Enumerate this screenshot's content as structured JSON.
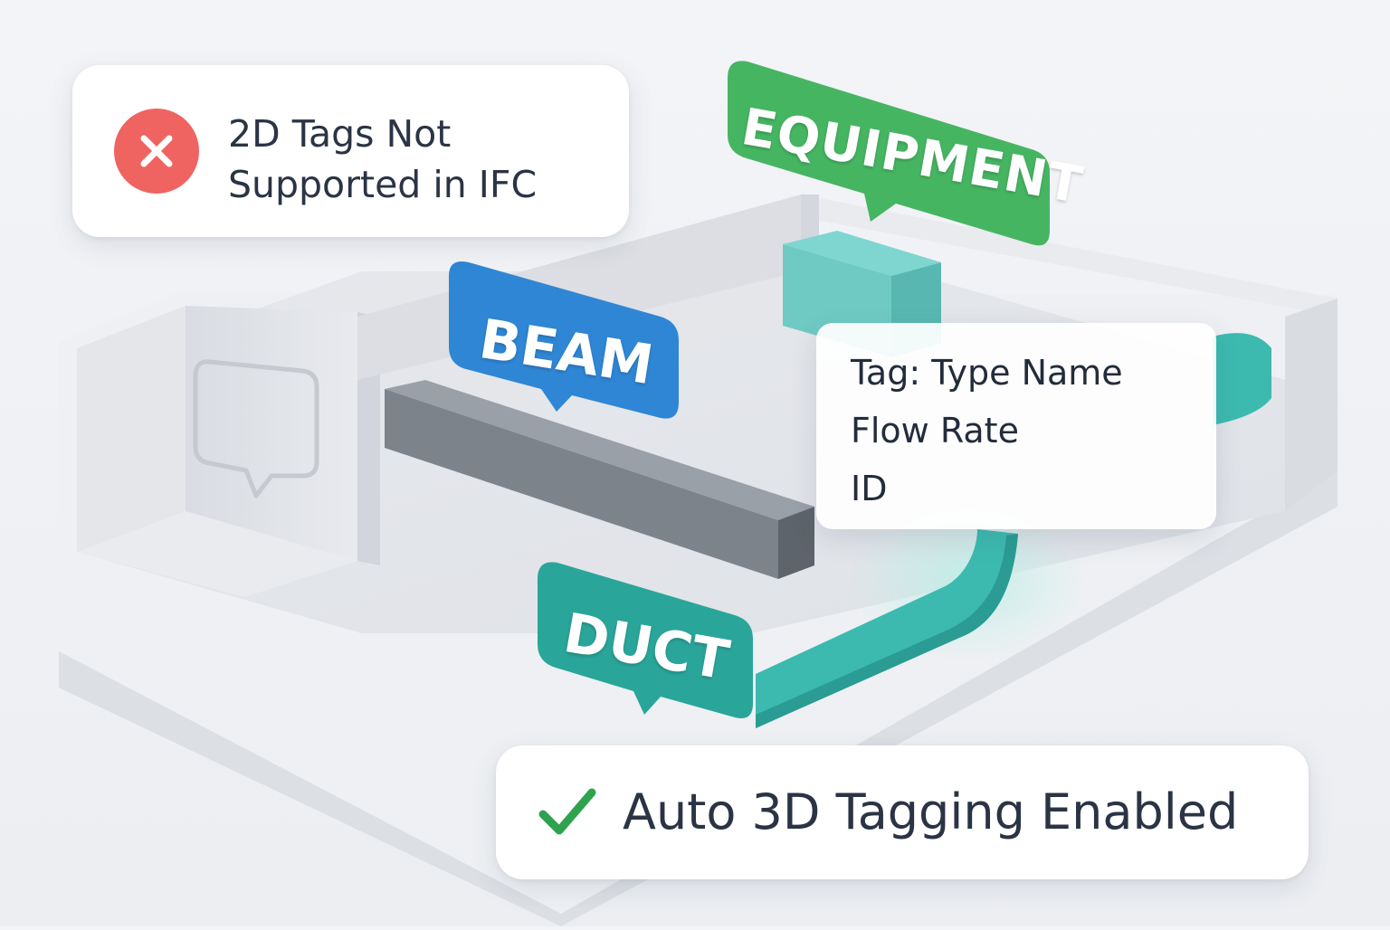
{
  "error_card": {
    "icon": "close-icon",
    "line1": "2D Tags Not",
    "line2": "Supported in IFC",
    "icon_color": "#ef6461"
  },
  "tags": {
    "beam": "BEAM",
    "equipment": "EQUIPMENT",
    "duct": "DUCT"
  },
  "info_card": {
    "line1": "Tag: Type Name",
    "line2": "Flow Rate",
    "line3": "ID"
  },
  "success_card": {
    "icon": "check-icon",
    "label": "Auto 3D Tagging Enabled",
    "icon_color": "#2fa24e"
  },
  "colors": {
    "beam_tag": "#2f86d4",
    "equipment_tag": "#46b562",
    "duct_tag": "#2aa59a",
    "duct": "#3cbab0",
    "beam": "#7c838b"
  }
}
